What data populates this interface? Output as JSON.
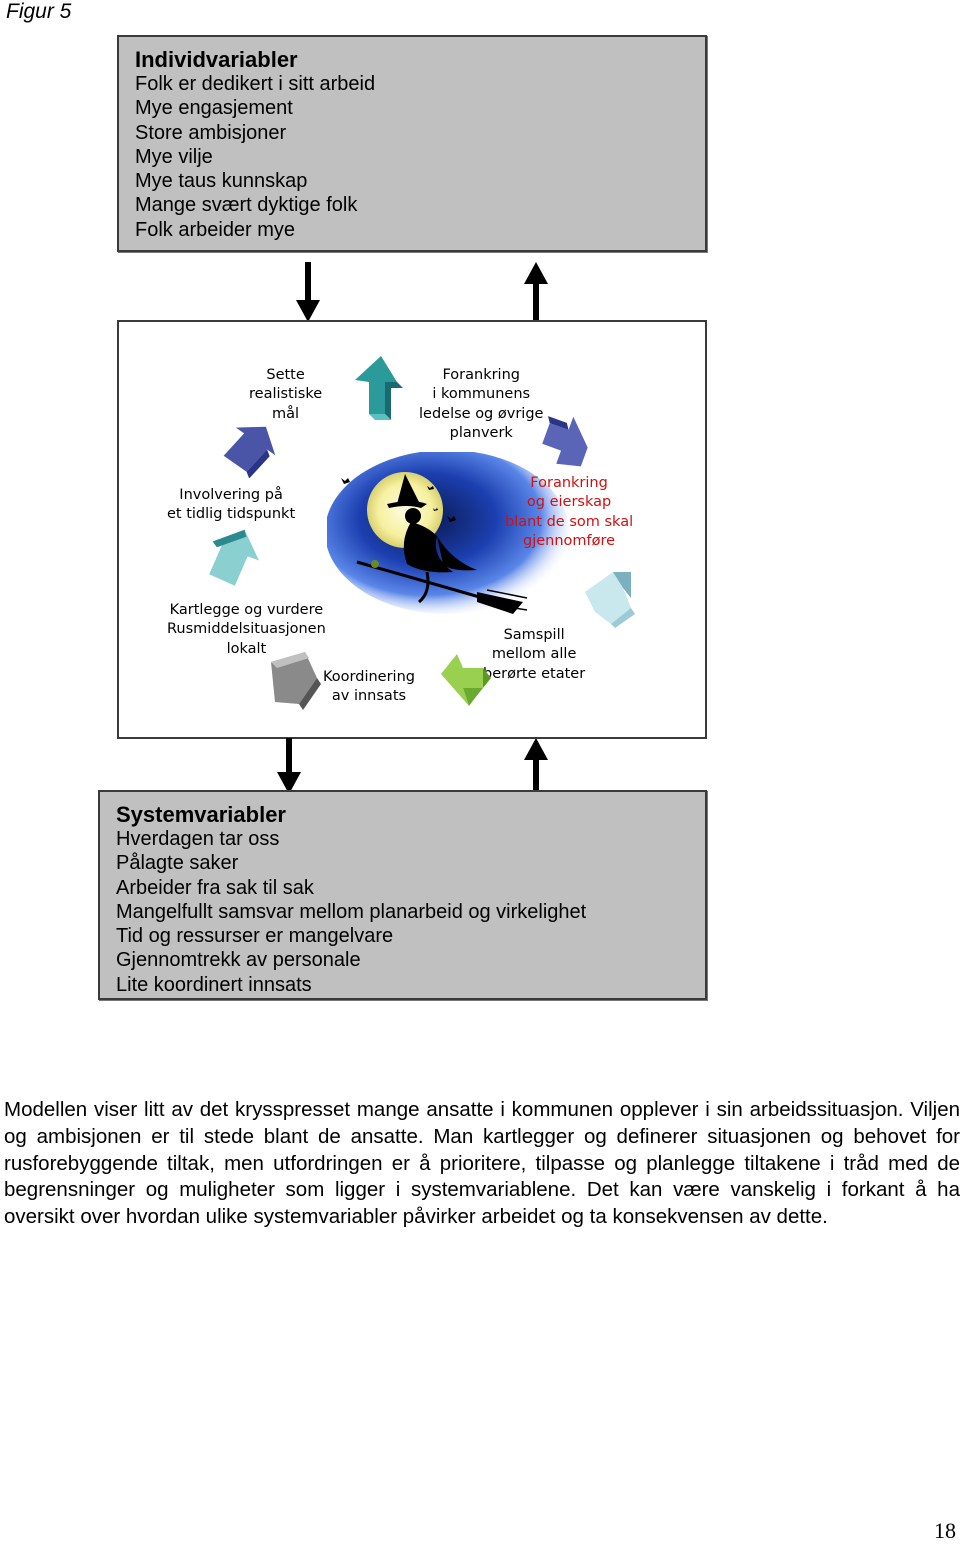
{
  "figure_label": "Figur 5",
  "individ_box": {
    "title": "Individvariabler",
    "lines": [
      "Folk er dedikert i sitt arbeid",
      "Mye engasjement",
      "Store ambisjoner",
      "Mye vilje",
      "Mye taus kunnskap",
      "Mange svært dyktige folk",
      "Folk arbeider mye"
    ]
  },
  "cycle": {
    "steps": [
      {
        "lines": [
          "Sette",
          "realistiske",
          "mål"
        ]
      },
      {
        "lines": [
          "Forankring",
          "i kommunens",
          "ledelse og øvrige",
          "planverk"
        ]
      },
      {
        "lines": [
          "Forankring",
          "og eierskap",
          "blant de som skal",
          "gjennomføre"
        ]
      },
      {
        "lines": [
          "Samspill",
          "mellom alle",
          "berørte etater"
        ]
      },
      {
        "lines": [
          "Koordinering",
          "av innsats"
        ]
      },
      {
        "lines": [
          "Kartlegge og vurdere",
          "Rusmiddelsituasjonen",
          "lokalt"
        ]
      },
      {
        "lines": [
          "Involvering på",
          "et tidlig tidspunkt"
        ]
      }
    ],
    "colors": {
      "highlight_text": "#d01010",
      "arrow_teal": "#2a9a9a",
      "arrow_blue": "#4a55a8",
      "arrow_lightblue": "#a8d8e0",
      "arrow_green": "#88c040",
      "arrow_gray": "#8a8a8a",
      "night_sky": "#2a5cd0"
    }
  },
  "system_box": {
    "title": "Systemvariabler",
    "lines": [
      "Hverdagen tar oss",
      "Pålagte saker",
      "Arbeider fra sak til sak",
      "Mangelfullt samsvar mellom planarbeid og virkelighet",
      "Tid og ressurser er mangelvare",
      "Gjennomtrekk av personale",
      "Lite koordinert innsats"
    ]
  },
  "paragraph": "Modellen viser litt av det krysspresset mange ansatte i kommunen opplever i sin arbeidssituasjon. Viljen og ambisjonen er til stede blant de ansatte. Man kartlegger og definerer situasjonen og behovet for rusforebyggende tiltak, men utfordringen er å prioritere, tilpasse og planlegge tiltakene i tråd med de begrensninger og muligheter som ligger i systemvariablene. Det kan være vanskelig i forkant å ha oversikt over hvordan ulike systemvariabler påvirker arbeidet og ta konsekvensen av dette.",
  "page_number": "18"
}
